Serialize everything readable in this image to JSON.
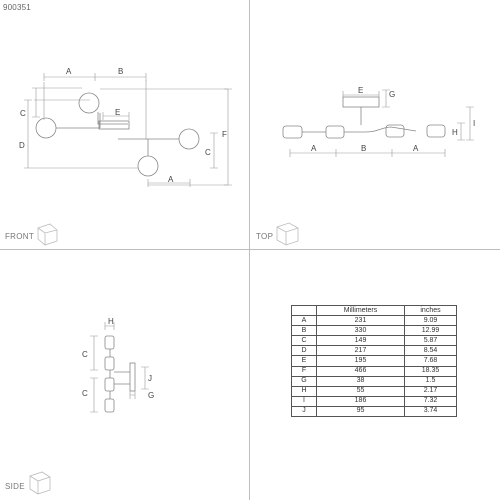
{
  "product_number": "900351",
  "views": {
    "front": "FRONT",
    "top": "TOP",
    "side": "SIDE"
  },
  "front_labels": {
    "a1": "A",
    "b": "B",
    "c1": "C",
    "d": "D",
    "e": "E",
    "f": "F",
    "c2": "C",
    "a2": "A"
  },
  "top_labels": {
    "e": "E",
    "g": "G",
    "h": "H",
    "i": "I",
    "a1": "A",
    "b": "B",
    "a2": "A"
  },
  "side_labels": {
    "h": "H",
    "c1": "C",
    "j": "J",
    "c2": "C",
    "g": "G"
  },
  "dimension_table": {
    "headers": [
      "",
      "Millimeters",
      "inches"
    ],
    "rows": [
      [
        "A",
        "231",
        "9.09"
      ],
      [
        "B",
        "330",
        "12.99"
      ],
      [
        "C",
        "149",
        "5.87"
      ],
      [
        "D",
        "217",
        "8.54"
      ],
      [
        "E",
        "195",
        "7.68"
      ],
      [
        "F",
        "466",
        "18.35"
      ],
      [
        "G",
        "38",
        "1.5"
      ],
      [
        "H",
        "55",
        "2.17"
      ],
      [
        "I",
        "186",
        "7.32"
      ],
      [
        "J",
        "95",
        "3.74"
      ]
    ]
  },
  "colors": {
    "lines": "#888888",
    "dims": "#999999",
    "divider": "#bdbdbd"
  }
}
